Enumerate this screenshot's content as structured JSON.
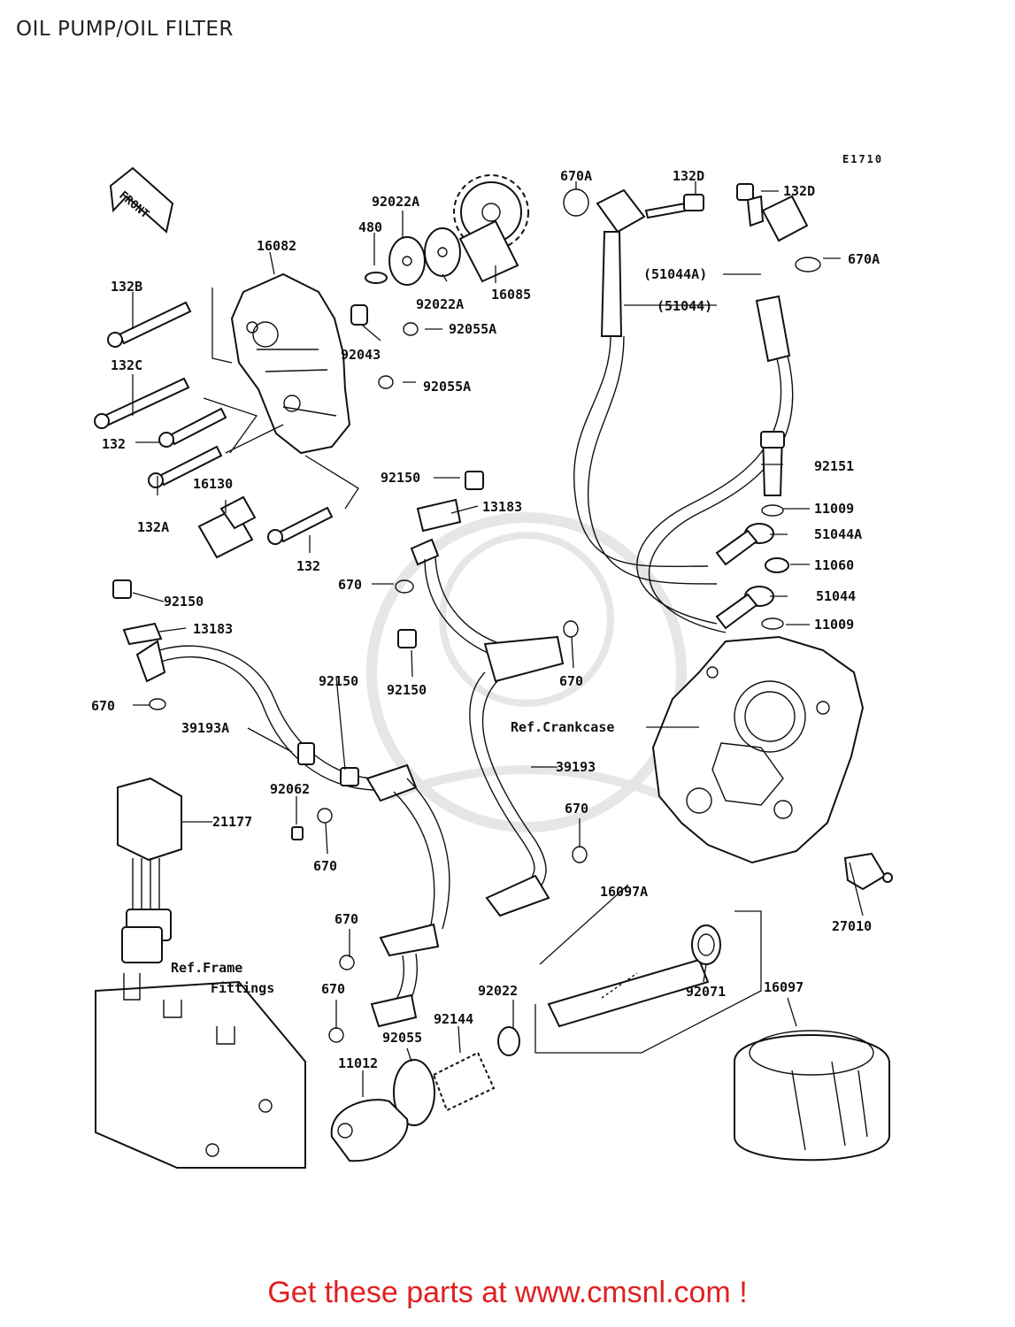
{
  "title": "OIL PUMP/OIL FILTER",
  "diagram_code": "E1710",
  "front_label": "FRONT",
  "footer": "Get these parts at www.cmsnl.com !",
  "labels": {
    "l_670A_a": "670A",
    "l_132D_a": "132D",
    "l_132D_b": "132D",
    "l_670A_b": "670A",
    "l_92022A_a": "92022A",
    "l_480": "480",
    "l_16082": "16082",
    "l_132B": "132B",
    "l_92022A_b": "92022A",
    "l_16085": "16085",
    "l_51044A_p": "(51044A)",
    "l_51044_p": "(51044)",
    "l_92055A_a": "92055A",
    "l_92043": "92043",
    "l_132C": "132C",
    "l_92055A_b": "92055A",
    "l_132_a": "132",
    "l_92151": "92151",
    "l_92150_a": "92150",
    "l_16130": "16130",
    "l_13183_a": "13183",
    "l_11009_a": "11009",
    "l_132A": "132A",
    "l_51044A": "51044A",
    "l_132_b": "132",
    "l_11060": "11060",
    "l_670_a": "670",
    "l_92150_b": "92150",
    "l_51044": "51044",
    "l_13183_b": "13183",
    "l_11009_b": "11009",
    "l_670_b": "670",
    "l_92150_c": "92150",
    "l_670_c": "670",
    "l_92150_d": "92150",
    "l_ref_crankcase": "Ref.Crankcase",
    "l_39193A": "39193A",
    "l_39193": "39193",
    "l_92062": "92062",
    "l_670_d": "670",
    "l_21177": "21177",
    "l_670_e": "670",
    "l_16097A": "16097A",
    "l_27010": "27010",
    "l_670_f": "670",
    "l_ref_frame": "Ref.Frame",
    "l_fittings": "Fittings",
    "l_670_g": "670",
    "l_92022": "92022",
    "l_92071": "92071",
    "l_16097": "16097",
    "l_92144": "92144",
    "l_92055": "92055",
    "l_11012": "11012"
  }
}
